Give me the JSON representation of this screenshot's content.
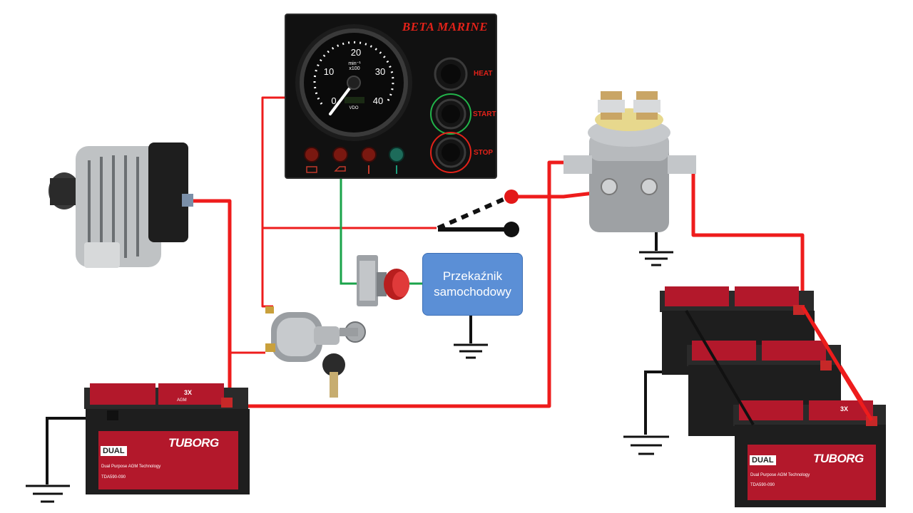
{
  "panel": {
    "brand": "BETA MARINE",
    "gauge": {
      "ticks": [
        "0",
        "10",
        "20",
        "30",
        "40"
      ],
      "unit_top": "min⁻¹",
      "unit_bottom": "x100",
      "maker": "VDO"
    },
    "buttons": [
      "HEAT",
      "START",
      "STOP"
    ],
    "warning_lights": [
      {
        "name": "battery",
        "color": "#7a1810"
      },
      {
        "name": "oil",
        "color": "#7a1810"
      },
      {
        "name": "temperature",
        "color": "#7a1810"
      },
      {
        "name": "glow",
        "color": "#1d6b5a"
      }
    ]
  },
  "relay": {
    "line1": "Przekaźnik",
    "line2": "samochodowy",
    "color": "#5b8fd6"
  },
  "battery": {
    "brand": "TUBORG",
    "dual": "DUAL",
    "subtitle": "Dual Purpose AGM Technology",
    "code": "TDA590-090",
    "badge": "3X",
    "tech": "AGM"
  },
  "colors": {
    "wire_positive": "#ee1c1c",
    "wire_negative": "#111111",
    "wire_signal": "#1aa34a",
    "battery_red": "#b3182b"
  }
}
